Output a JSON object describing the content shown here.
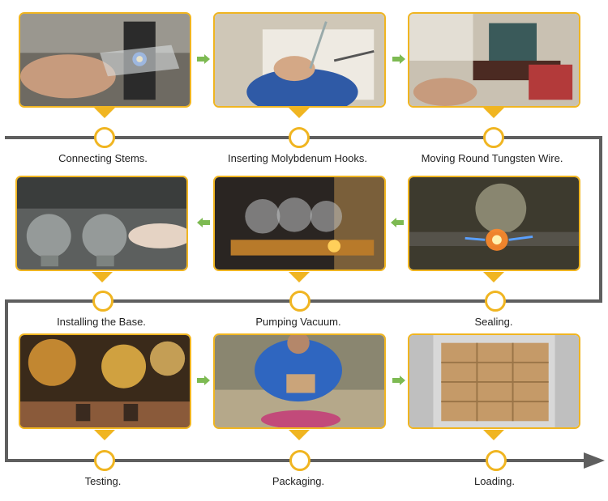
{
  "colors": {
    "accent": "#f0b521",
    "line": "#5f5f5f",
    "arrow": "#7dba52"
  },
  "steps": [
    {
      "label": "Connecting Stems."
    },
    {
      "label": "Inserting Molybdenum Hooks."
    },
    {
      "label": "Moving Round Tungsten Wire."
    },
    {
      "label": "Installing the Base."
    },
    {
      "label": "Pumping Vacuum."
    },
    {
      "label": "Sealing."
    },
    {
      "label": "Testing."
    },
    {
      "label": "Packaging."
    },
    {
      "label": "Loading."
    }
  ]
}
